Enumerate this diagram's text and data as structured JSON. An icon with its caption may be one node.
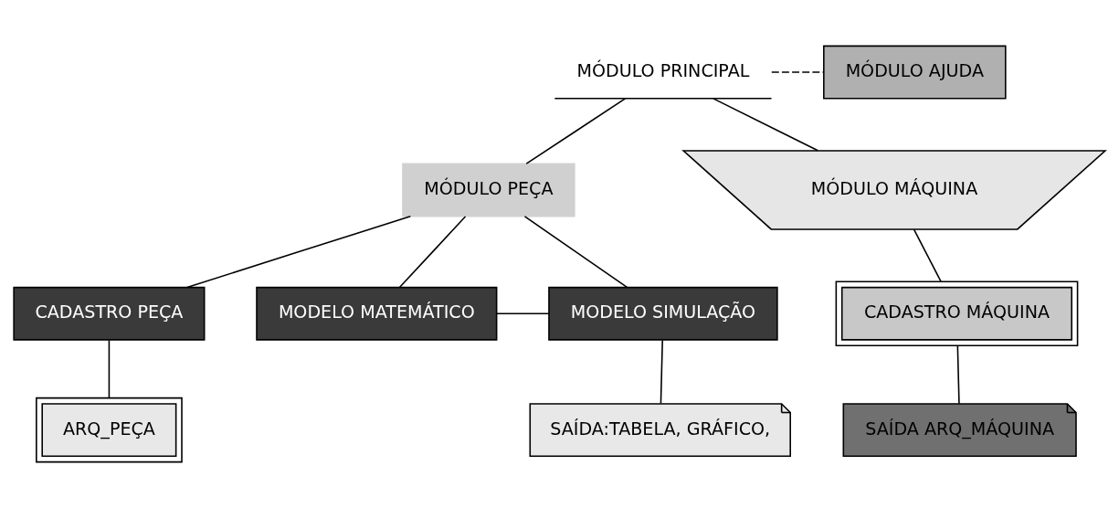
{
  "diagram": {
    "nodes": [
      {
        "text": [
          "MÓDULO PRINCIPAL"
        ]
      },
      {
        "text": [
          "MÓDULO AJUDA"
        ]
      },
      {
        "text": [
          "MÓDULO PEÇA"
        ]
      },
      {
        "text": [
          "MÓDULO MÁQUINA"
        ]
      },
      {
        "text": [
          "CADASTRO PEÇA"
        ]
      },
      {
        "text": [
          "MODELO MATEMÁTICO"
        ]
      },
      {
        "text": [
          "MODELO SIMULAÇÃO"
        ]
      },
      {
        "text": [
          "ARQ_PEÇA"
        ]
      },
      {
        "text": [
          "SAÍDA:TABELA, GRÁFICO,"
        ]
      },
      {
        "text": [
          "CADASTRO MÁQUINA"
        ]
      },
      {
        "text": [
          "SAÍDA ARQ_MÁQUINA"
        ]
      }
    ],
    "edges": [
      {
        "from": 0,
        "to": 1,
        "arrow": "none",
        "style": "dashed"
      },
      {
        "from": 0,
        "to": 2,
        "arrow": "none"
      },
      {
        "from": 0,
        "to": 3,
        "arrow": "none"
      },
      {
        "from": 2,
        "to": 4,
        "arrow": "none"
      },
      {
        "from": 2,
        "to": 5,
        "arrow": "none"
      },
      {
        "from": 2,
        "to": 6,
        "arrow": "none"
      },
      {
        "from": 5,
        "to": 6,
        "arrow": "none"
      },
      {
        "from": 4,
        "to": 7,
        "arrow": "none"
      },
      {
        "from": 6,
        "to": 8,
        "arrow": "none"
      },
      {
        "from": 3,
        "to": 9,
        "arrow": "none"
      },
      {
        "from": 9,
        "to": 10,
        "arrow": "none"
      }
    ]
  }
}
